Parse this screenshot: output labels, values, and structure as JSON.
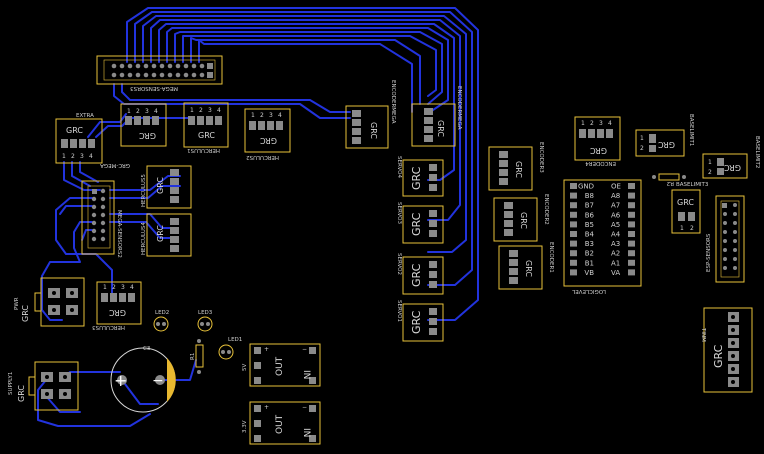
{
  "colors": {
    "board": "#000000",
    "trace": "#2233dd",
    "outline": "#e8c23a",
    "pad": "#8a8a8a",
    "silk": "#d8d8d8"
  },
  "labels": {
    "mega_sensors3": "MEGA-SENSORS3",
    "extra": "EXTRA",
    "grc": "GRC",
    "grc_mega": "GRC-MEGA",
    "herculus1": "HERCULUS1",
    "herculus2": "HERCULUS2",
    "herculus3": "HERCULUS3",
    "herculus4": "HERCULUS4",
    "herculus5": "HERCULUS5",
    "mega_sensors2": "MEGA-SENSORS2",
    "encoder_mega": "ENCODERMEGA",
    "encoder_mega2": "ENCODERMEGA",
    "servo1": "SERVO1",
    "servo2": "SERVO2",
    "servo3": "SERVO3",
    "servo4": "SERVO4",
    "encoder1": "ENCODER1",
    "encoder2": "ENCODER2",
    "encoder3": "ENCODER3",
    "encoder4": "ENCODER4",
    "logiclevel": "LOGICLEVEL",
    "baselimit1": "BASELIMIT1",
    "baselimit2": "BASELIMIT2",
    "baselimit3": "BASELIMIT3",
    "esp_sensors": "ESP-SENSORS",
    "tinm": "TINM",
    "pwr": "PWR",
    "supply1": "SUPPLY1",
    "led1": "LED1",
    "led2": "LED2",
    "led3": "LED3",
    "r1": "R1",
    "r2": "R2",
    "c3": "C3",
    "v5": "5V",
    "v33": "3.3V",
    "out": "OUT",
    "in": "IN",
    "plus": "+",
    "minus": "−",
    "n1": "1",
    "n2": "2",
    "n3": "3",
    "n4": "4"
  },
  "logiclevel_pins": {
    "left": [
      "GND",
      "B8",
      "B7",
      "B6",
      "B5",
      "B4",
      "B3",
      "B2",
      "B1",
      "VB"
    ],
    "right": [
      "OE",
      "A8",
      "A7",
      "A6",
      "A5",
      "A4",
      "A3",
      "A2",
      "A1",
      "VA"
    ]
  }
}
